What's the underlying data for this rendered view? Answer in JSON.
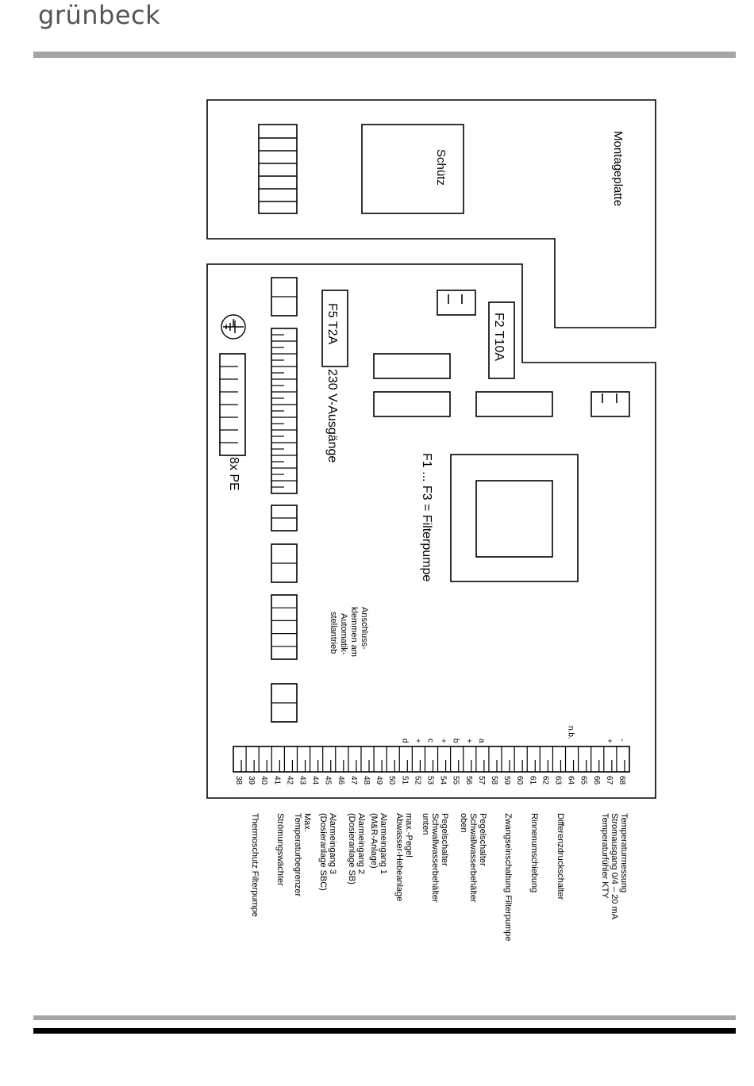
{
  "header": {
    "brand": "grünbeck"
  },
  "diagram": {
    "mounting_plate": "Montageplatte",
    "contactor": "Schütz",
    "fuse_f2": "F2 T10A",
    "fuse_f5": "F5 T2A",
    "outputs_230v": "230 V-Ausgänge",
    "filter_pump_fuses": "F1 ... F3 = Filterpumpe",
    "pe_terminals": "8x PE",
    "actuator_terminals": [
      "Anschluss-",
      "klemmen am",
      "Automatik-",
      "stellantrieb"
    ],
    "terminal_numbers": [
      "68",
      "67",
      "66",
      "65",
      "64",
      "63",
      "62",
      "61",
      "60",
      "59",
      "58",
      "57",
      "56",
      "55",
      "54",
      "53",
      "52",
      "51",
      "50",
      "49",
      "48",
      "47",
      "46",
      "45",
      "44",
      "43",
      "42",
      "41",
      "40",
      "39",
      "38"
    ],
    "pin_marks": {
      "68": "-",
      "67": "+",
      "64": "n.b.",
      "57": "a",
      "56": "+",
      "55": "b",
      "54": "+",
      "53": "c",
      "52": "+",
      "51": "d"
    },
    "descriptions": [
      [
        "Temperaturmessung",
        "Stromausgang 0/4 – 20 mA",
        "Temperaturfühler KTY"
      ],
      [
        "Differenzdruckschalter"
      ],
      [
        "Rinnenumschiebung"
      ],
      [
        "Zwangseinschaltung Filterpumpe"
      ],
      [
        "Pegelschalter",
        "Schwallwasserbehälter",
        "oben"
      ],
      [
        "Pegelschalter",
        "Schwallwasserbehälter",
        "unten"
      ],
      [
        "max.-Pegel",
        "Abwasser-Hebeanlage"
      ],
      [
        "Alarmeingang 1",
        "(M&R-Anlage)"
      ],
      [
        "Alarmeingang 2",
        "(Dosieranlage SB)"
      ],
      [
        "Alarmeingang 3",
        "(Dosieranlage SBC)"
      ],
      [
        "Max.",
        "Temperaturbegrenzer"
      ],
      [
        "Strömungswächter"
      ],
      [
        "Thermoschutz Filterpumpe"
      ]
    ]
  }
}
